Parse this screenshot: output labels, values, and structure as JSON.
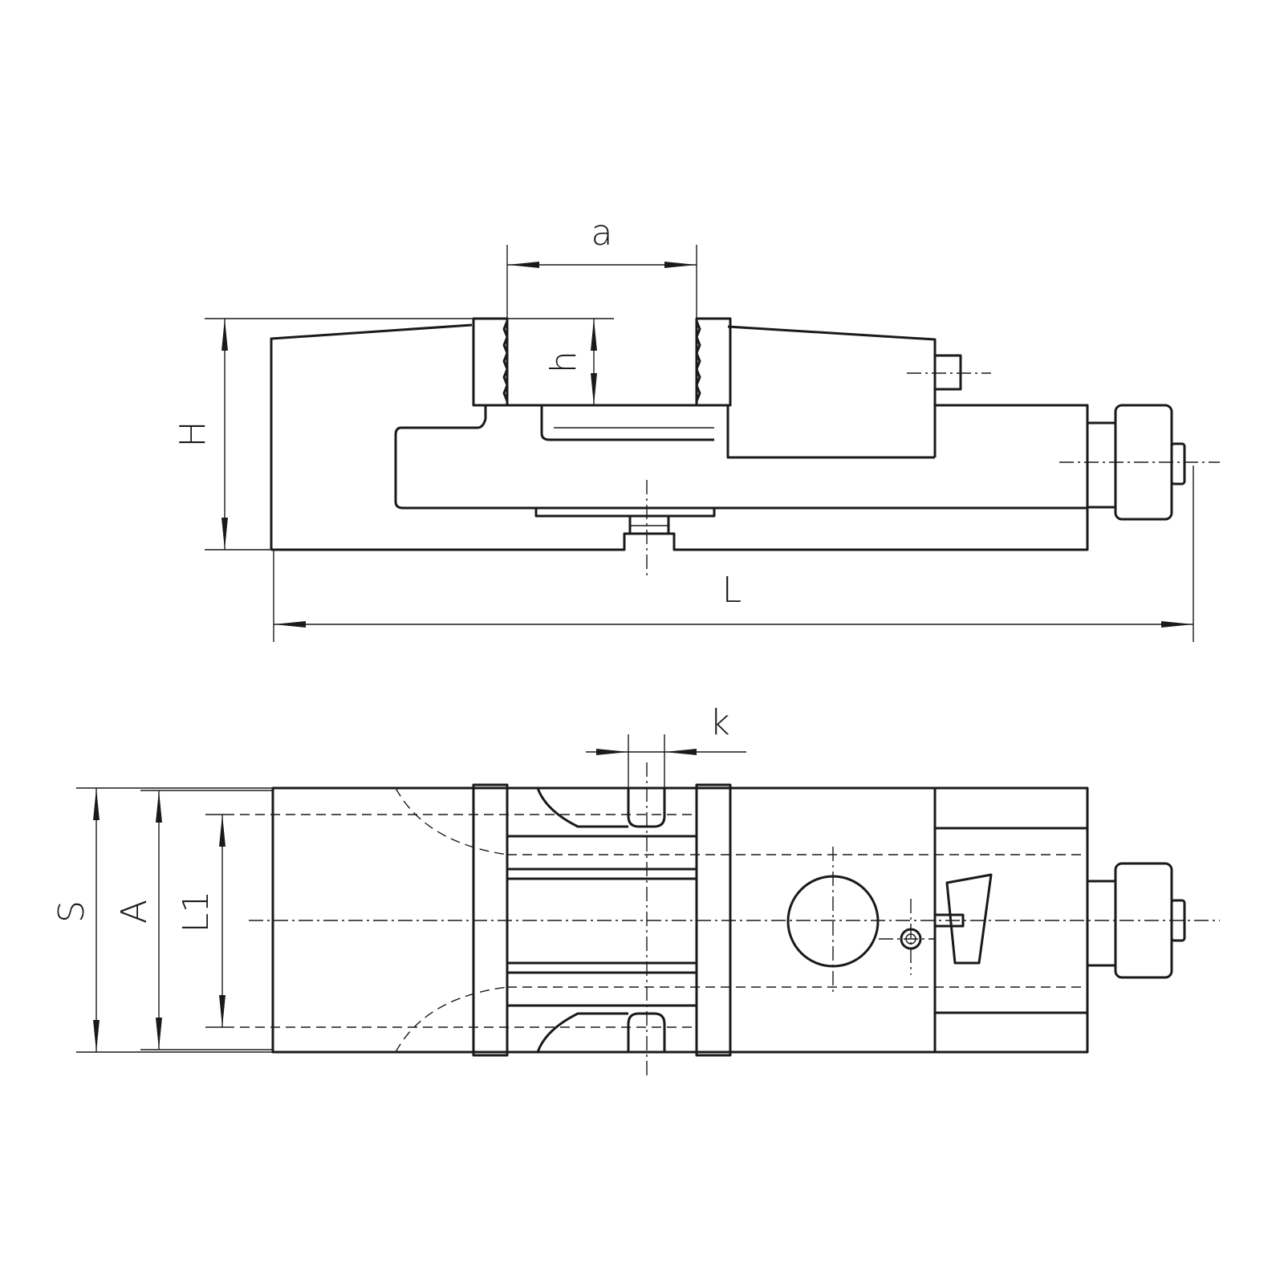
{
  "labels": {
    "a": "a",
    "h": "h",
    "H": "H",
    "L": "L",
    "k": "k",
    "S": "S",
    "A": "A",
    "L1": "L1"
  },
  "colors": {
    "line": "#1a1a1a",
    "background": "#ffffff"
  },
  "icons": {
    "knob": "knurled-knob-icon",
    "screw": "set-screw-icon"
  }
}
